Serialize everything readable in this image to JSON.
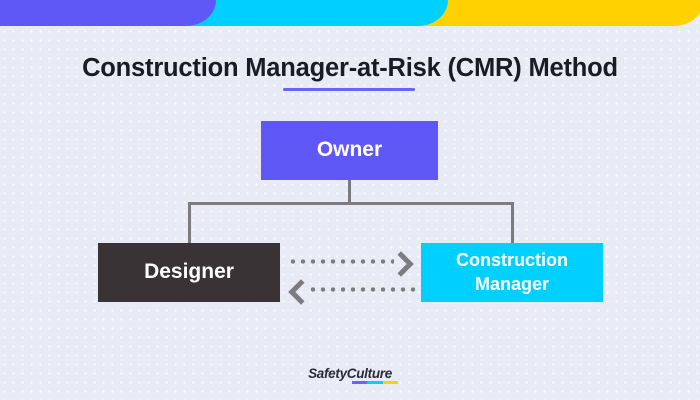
{
  "banner": {
    "bands": [
      {
        "name": "purple",
        "color": "#5f58f7"
      },
      {
        "name": "cyan",
        "color": "#00d0ff"
      },
      {
        "name": "yellow",
        "color": "#ffd100"
      }
    ]
  },
  "header": {
    "title": "Construction Manager-at-Risk (CMR) Method",
    "rule_color": "#6c63ff"
  },
  "diagram": {
    "type": "org-chart",
    "background_color": "#e8ebf5",
    "nodes": [
      {
        "id": "owner",
        "label": "Owner",
        "fill": "#5f58f7",
        "text_color": "#ffffff"
      },
      {
        "id": "designer",
        "label": "Designer",
        "fill": "#3a3335",
        "text_color": "#ffffff"
      },
      {
        "id": "construction-manager",
        "label_line1": "Construction",
        "label_line2": "Manager",
        "fill": "#00d0ff",
        "text_color": "#ffffff"
      }
    ],
    "connectors": [
      {
        "from": "owner",
        "to": "designer",
        "style": "solid",
        "color": "#7b7b80"
      },
      {
        "from": "owner",
        "to": "construction-manager",
        "style": "solid",
        "color": "#7b7b80"
      },
      {
        "from": "designer",
        "to": "construction-manager",
        "style": "dotted",
        "direction": "right",
        "color": "#7b7b80"
      },
      {
        "from": "construction-manager",
        "to": "designer",
        "style": "dotted",
        "direction": "left",
        "color": "#7b7b80"
      }
    ]
  },
  "footer": {
    "brand": "SafetyCulture",
    "underline_colors": [
      "#6c63ff",
      "#00d0ff",
      "#ffd100"
    ]
  }
}
